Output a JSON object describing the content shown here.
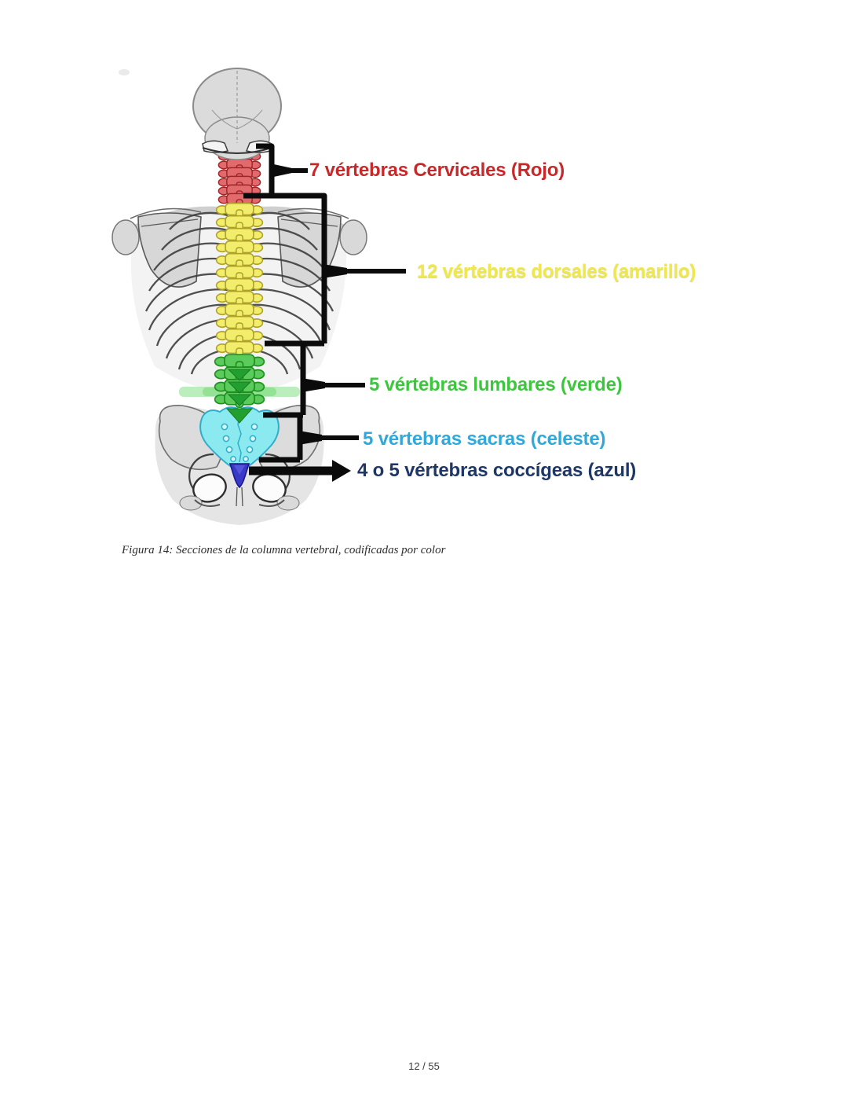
{
  "document": {
    "caption": "Figura 14: Secciones de la columna vertebral, codificadas por color",
    "page_indicator": "12 / 55"
  },
  "figure": {
    "alt": "Posterior view of a human skeleton with the vertebral column sections color-coded",
    "labels": [
      {
        "text": "7 vértebras Cervicales (Rojo)",
        "color": "#C8282A"
      },
      {
        "text": "12 vértebras dorsales (amarillo)",
        "color": "#EFE84C"
      },
      {
        "text": "5 vértebras lumbares (verde)",
        "color": "#3EC53E"
      },
      {
        "text": "5 vértebras sacras (celeste)",
        "color": "#2FA8DB"
      },
      {
        "text": "4 o 5 vértebras coccígeas (azul)",
        "color": "#1E3766"
      }
    ],
    "spine_colors": {
      "cervical": "#E26A6D",
      "dorsal": "#F2EE6C",
      "lumbar": "#5BCB5B",
      "sacral": "#8BE9F0",
      "coccygeal": "#3939C8"
    },
    "annotation_color": "#0B0B0B"
  }
}
